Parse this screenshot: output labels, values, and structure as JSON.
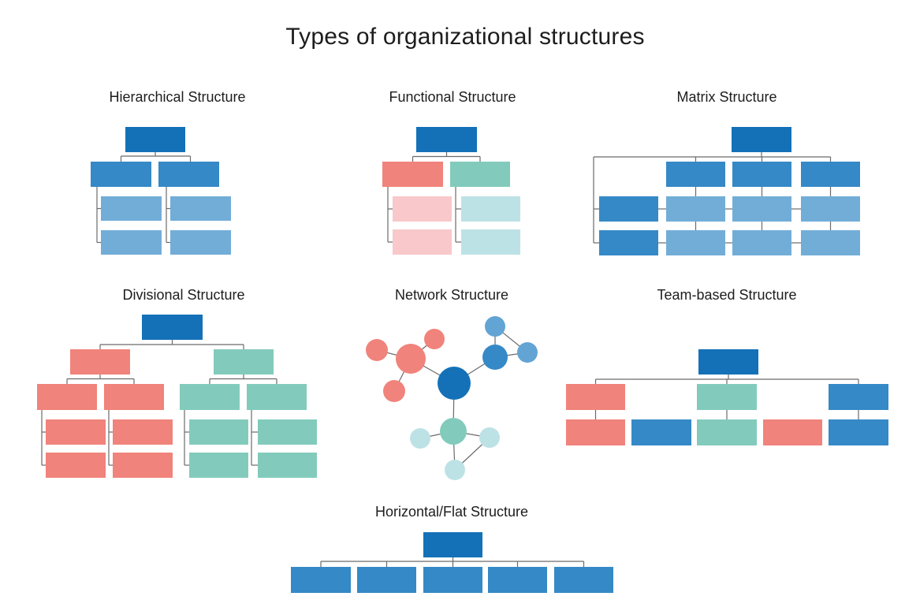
{
  "title": "Types of organizational structures",
  "palette": {
    "dark": "#1471B8",
    "blue": "#3589C6",
    "lightBlue": "#72ADD8",
    "paleBlue": "#62A4D4",
    "salmon": "#F0837B",
    "pink": "#F8C8CB",
    "teal": "#82CBBC",
    "lightTeal": "#BDE2E5",
    "line": "#6B6B6B",
    "text": "#1D1D1D"
  },
  "panels": [
    {
      "title": "Hierarchical Structure",
      "type": "tree",
      "rects": [
        [
          159,
          161,
          76,
          32,
          "dark"
        ],
        [
          115,
          205,
          77,
          32,
          "blue"
        ],
        [
          201,
          205,
          77,
          32,
          "blue"
        ],
        [
          128,
          249,
          77,
          31,
          "lightBlue"
        ],
        [
          216,
          249,
          77,
          31,
          "lightBlue"
        ],
        [
          128,
          292,
          77,
          31,
          "lightBlue"
        ],
        [
          216,
          292,
          77,
          31,
          "lightBlue"
        ]
      ],
      "lines": [
        [
          197,
          193,
          197,
          198
        ],
        [
          153.5,
          198,
          241.5,
          198
        ],
        [
          153.5,
          198,
          153.5,
          205
        ],
        [
          241.5,
          198,
          241.5,
          205
        ],
        [
          123,
          237,
          123,
          307.5
        ],
        [
          123,
          264.5,
          128,
          264.5
        ],
        [
          123,
          307.5,
          128,
          307.5
        ],
        [
          211,
          237,
          211,
          307.5
        ],
        [
          211,
          264.5,
          216,
          264.5
        ],
        [
          211,
          307.5,
          216,
          307.5
        ]
      ],
      "circles": []
    },
    {
      "title": "Functional Structure",
      "type": "tree",
      "rects": [
        [
          528,
          161,
          77,
          32,
          "dark"
        ],
        [
          485,
          205,
          77,
          32,
          "salmon"
        ],
        [
          571,
          205,
          76,
          32,
          "teal"
        ],
        [
          498,
          249,
          75,
          32,
          "pink"
        ],
        [
          585,
          249,
          75,
          32,
          "lightTeal"
        ],
        [
          498,
          291,
          75,
          32,
          "pink"
        ],
        [
          585,
          291,
          75,
          32,
          "lightTeal"
        ]
      ],
      "lines": [
        [
          566.5,
          193,
          566.5,
          198.5
        ],
        [
          523.5,
          198.5,
          609,
          198.5
        ],
        [
          523.5,
          198.5,
          523.5,
          205
        ],
        [
          609,
          198.5,
          609,
          205
        ],
        [
          492,
          237,
          492,
          307
        ],
        [
          492,
          265,
          498,
          265
        ],
        [
          492,
          307,
          498,
          307
        ],
        [
          578,
          237,
          578,
          307
        ],
        [
          578,
          265,
          585,
          265
        ],
        [
          578,
          307,
          585,
          307
        ]
      ],
      "circles": []
    },
    {
      "title": "Matrix Structure",
      "type": "grid",
      "rects": [
        [
          928,
          161,
          76,
          32,
          "dark"
        ],
        [
          845,
          205,
          75,
          32,
          "blue"
        ],
        [
          929,
          205,
          75,
          32,
          "blue"
        ],
        [
          1016,
          205,
          75,
          32,
          "blue"
        ],
        [
          760,
          249,
          75,
          32,
          "blue"
        ],
        [
          760,
          292,
          75,
          32,
          "blue"
        ],
        [
          845,
          249,
          75,
          32,
          "lightBlue"
        ],
        [
          929,
          249,
          75,
          32,
          "lightBlue"
        ],
        [
          1016,
          249,
          75,
          32,
          "lightBlue"
        ],
        [
          845,
          292,
          75,
          32,
          "lightBlue"
        ],
        [
          929,
          292,
          75,
          32,
          "lightBlue"
        ],
        [
          1016,
          292,
          75,
          32,
          "lightBlue"
        ]
      ],
      "lines": [
        [
          966,
          193,
          966,
          199
        ],
        [
          753,
          199,
          1053.5,
          199
        ],
        [
          753,
          199,
          753,
          308
        ],
        [
          753,
          265,
          760,
          265
        ],
        [
          753,
          308,
          760,
          308
        ],
        [
          882.5,
          199,
          882.5,
          205
        ],
        [
          966.5,
          199,
          966.5,
          205
        ],
        [
          1053.5,
          199,
          1053.5,
          205
        ],
        [
          882.5,
          237,
          882.5,
          249
        ],
        [
          966.5,
          237,
          966.5,
          249
        ],
        [
          1053.5,
          237,
          1053.5,
          249
        ],
        [
          882.5,
          281,
          882.5,
          292
        ],
        [
          966.5,
          281,
          966.5,
          292
        ],
        [
          1053.5,
          281,
          1053.5,
          292
        ],
        [
          835,
          265,
          845,
          265
        ],
        [
          920,
          265,
          929,
          265
        ],
        [
          1004,
          265,
          1016,
          265
        ],
        [
          835,
          308,
          845,
          308
        ],
        [
          920,
          308,
          929,
          308
        ],
        [
          1004,
          308,
          1016,
          308
        ]
      ],
      "circles": []
    },
    {
      "title": "Divisional Structure",
      "type": "tree",
      "rects": [
        [
          180,
          399,
          77,
          32,
          "dark"
        ],
        [
          89,
          443,
          76,
          32,
          "salmon"
        ],
        [
          271,
          443,
          76,
          32,
          "teal"
        ],
        [
          47,
          487,
          76,
          33,
          "salmon"
        ],
        [
          132,
          487,
          76,
          33,
          "salmon"
        ],
        [
          228,
          487,
          76,
          33,
          "teal"
        ],
        [
          313,
          487,
          76,
          33,
          "teal"
        ],
        [
          58,
          532,
          76,
          32,
          "salmon"
        ],
        [
          143,
          532,
          76,
          32,
          "salmon"
        ],
        [
          240,
          532,
          75,
          32,
          "teal"
        ],
        [
          327,
          532,
          75,
          32,
          "teal"
        ],
        [
          58,
          574,
          76,
          32,
          "salmon"
        ],
        [
          143,
          574,
          76,
          32,
          "salmon"
        ],
        [
          240,
          574,
          75,
          32,
          "teal"
        ],
        [
          327,
          574,
          75,
          32,
          "teal"
        ]
      ],
      "lines": [
        [
          218.5,
          431,
          218.5,
          437
        ],
        [
          127,
          437,
          309,
          437
        ],
        [
          127,
          437,
          127,
          443
        ],
        [
          309,
          437,
          309,
          443
        ],
        [
          127,
          475,
          127,
          480.5
        ],
        [
          85,
          480.5,
          170,
          480.5
        ],
        [
          85,
          480.5,
          85,
          487
        ],
        [
          170,
          480.5,
          170,
          487
        ],
        [
          309,
          475,
          309,
          480.5
        ],
        [
          266,
          480.5,
          351,
          480.5
        ],
        [
          266,
          480.5,
          266,
          487
        ],
        [
          351,
          480.5,
          351,
          487
        ],
        [
          53,
          520,
          53,
          590
        ],
        [
          53,
          548,
          58,
          548
        ],
        [
          53,
          590,
          58,
          590
        ],
        [
          138,
          520,
          138,
          590
        ],
        [
          138,
          548,
          143,
          548
        ],
        [
          138,
          590,
          143,
          590
        ],
        [
          234,
          520,
          234,
          590
        ],
        [
          234,
          548,
          240,
          548
        ],
        [
          234,
          590,
          240,
          590
        ],
        [
          319,
          520,
          319,
          590
        ],
        [
          319,
          548,
          327,
          548
        ],
        [
          319,
          590,
          327,
          590
        ]
      ],
      "circles": []
    },
    {
      "title": "Network Structure",
      "type": "network",
      "rects": [],
      "lines": [
        [
          576,
          486,
          521,
          455
        ],
        [
          576,
          486,
          628,
          453
        ],
        [
          576,
          486,
          575,
          547
        ],
        [
          521,
          455,
          551,
          430
        ],
        [
          521,
          455,
          478,
          444
        ],
        [
          521,
          455,
          500,
          496
        ],
        [
          628,
          453,
          628,
          414
        ],
        [
          628,
          453,
          669,
          447
        ],
        [
          628,
          414,
          669,
          447
        ],
        [
          575,
          547,
          533,
          556
        ],
        [
          575,
          547,
          621,
          555
        ],
        [
          575,
          547,
          577,
          596
        ],
        [
          577,
          596,
          621,
          555
        ]
      ],
      "circles": [
        [
          576,
          486,
          21,
          "dark"
        ],
        [
          521,
          455,
          19,
          "salmon"
        ],
        [
          551,
          430,
          13,
          "salmon"
        ],
        [
          478,
          444,
          14,
          "salmon"
        ],
        [
          500,
          496,
          14,
          "salmon"
        ],
        [
          628,
          453,
          16,
          "blue"
        ],
        [
          628,
          414,
          13,
          "paleBlue"
        ],
        [
          669,
          447,
          13,
          "paleBlue"
        ],
        [
          575,
          547,
          17,
          "teal"
        ],
        [
          533,
          556,
          13,
          "lightTeal"
        ],
        [
          621,
          555,
          13,
          "lightTeal"
        ],
        [
          577,
          596,
          13,
          "lightTeal"
        ]
      ]
    },
    {
      "title": "Team-based Structure",
      "type": "tree",
      "rects": [
        [
          886,
          443,
          76,
          32,
          "dark"
        ],
        [
          718,
          487,
          75,
          33,
          "salmon"
        ],
        [
          884,
          487,
          76,
          33,
          "teal"
        ],
        [
          1051,
          487,
          76,
          33,
          "blue"
        ],
        [
          718,
          532,
          75,
          33,
          "salmon"
        ],
        [
          801,
          532,
          76,
          33,
          "blue"
        ],
        [
          884,
          532,
          76,
          33,
          "teal"
        ],
        [
          968,
          532,
          75,
          33,
          "salmon"
        ],
        [
          1051,
          532,
          76,
          33,
          "blue"
        ]
      ],
      "lines": [
        [
          924,
          475,
          924,
          481
        ],
        [
          755.5,
          481,
          1089,
          481
        ],
        [
          755.5,
          481,
          755.5,
          487
        ],
        [
          922,
          481,
          922,
          487
        ],
        [
          1089,
          481,
          1089,
          487
        ],
        [
          755.5,
          520,
          755.5,
          532
        ],
        [
          922,
          520,
          922,
          532
        ],
        [
          1089,
          520,
          1089,
          532
        ]
      ],
      "circles": []
    },
    {
      "title": "Horizontal/Flat Structure",
      "type": "flat",
      "rects": [
        [
          537,
          675,
          75,
          32,
          "dark"
        ],
        [
          369,
          719,
          76,
          33,
          "blue"
        ],
        [
          453,
          719,
          75,
          33,
          "blue"
        ],
        [
          537,
          719,
          75,
          33,
          "blue"
        ],
        [
          619,
          719,
          75,
          33,
          "blue"
        ],
        [
          703,
          719,
          75,
          33,
          "blue"
        ]
      ],
      "lines": [
        [
          574.5,
          707,
          574.5,
          712
        ],
        [
          407,
          712,
          740.5,
          712
        ],
        [
          407,
          712,
          407,
          719
        ],
        [
          490.5,
          712,
          490.5,
          719
        ],
        [
          574.5,
          712,
          574.5,
          719
        ],
        [
          656.5,
          712,
          656.5,
          719
        ],
        [
          740.5,
          712,
          740.5,
          719
        ]
      ],
      "circles": []
    }
  ]
}
